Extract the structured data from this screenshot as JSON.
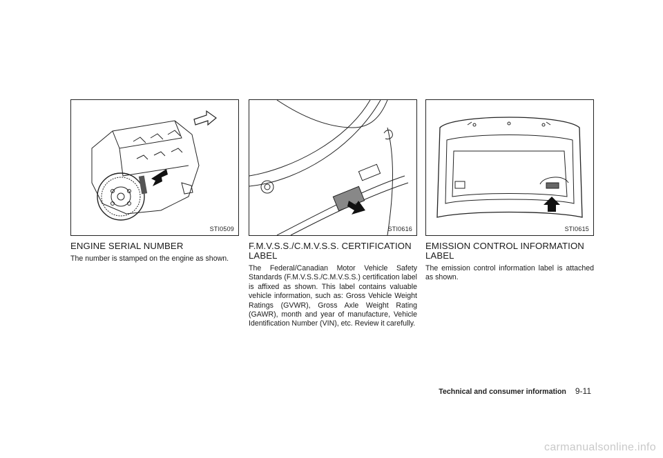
{
  "columns": [
    {
      "figure_code": "STI0509",
      "heading": "ENGINE SERIAL NUMBER",
      "paragraph": "The number is stamped on the engine as shown."
    },
    {
      "figure_code": "STI0616",
      "heading": "F.M.V.S.S./C.M.V.S.S. CERTIFICATION LABEL",
      "paragraph": "The Federal/Canadian Motor Vehicle Safety Standards (F.M.V.S.S./C.M.V.S.S.) certification label is affixed as shown. This label contains valuable vehicle information, such as: Gross Vehicle Weight Ratings (GVWR), Gross Axle Weight Rating (GAWR), month and year of manufacture, Vehicle Identification Number (VIN), etc. Review it carefully."
    },
    {
      "figure_code": "STI0615",
      "heading": "EMISSION CONTROL INFORMATION LABEL",
      "paragraph": "The emission control information label is attached as shown."
    }
  ],
  "footer": {
    "section": "Technical and consumer information",
    "page": "9-11"
  },
  "watermark": "carmanualsonline.info"
}
